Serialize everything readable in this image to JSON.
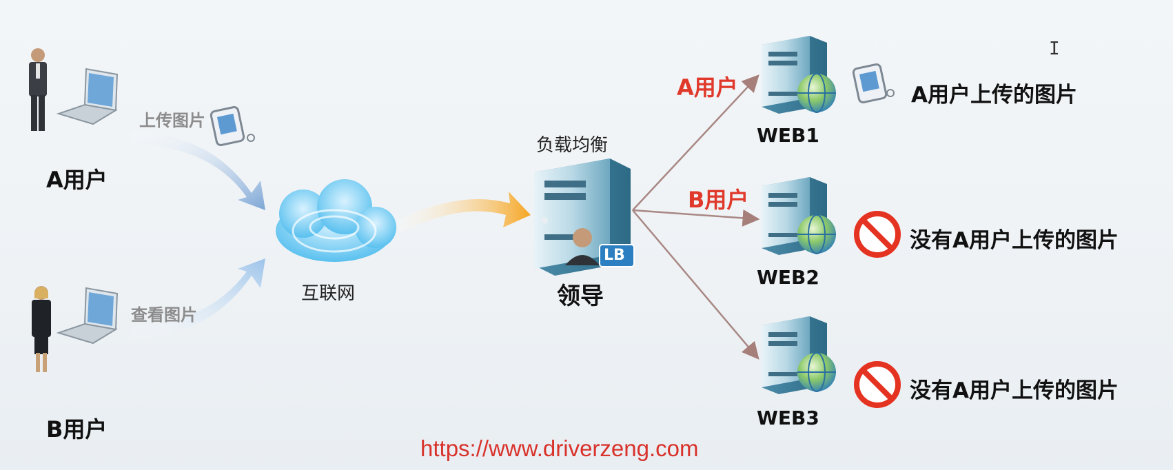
{
  "users": [
    {
      "label": "A用户",
      "action": "上传图片"
    },
    {
      "label": "B用户",
      "action": "查看图片"
    }
  ],
  "internet": {
    "label": "互联网"
  },
  "load_balancer": {
    "title": "负载均衡",
    "badge": "LB",
    "label": "领导"
  },
  "route_labels": [
    "A用户",
    "B用户"
  ],
  "servers": [
    {
      "name": "WEB1",
      "result": "A用户上传的图片",
      "status": "has-image"
    },
    {
      "name": "WEB2",
      "result": "没有A用户上传的图片",
      "status": "missing"
    },
    {
      "name": "WEB3",
      "result": "没有A用户上传的图片",
      "status": "missing"
    }
  ],
  "watermark": "https://www.driverzeng.com",
  "colors": {
    "accent_red": "#e0392b",
    "arrow_blue": "#8fb3d9",
    "arrow_orange": "#f5a623",
    "route_line": "#b08a86"
  }
}
